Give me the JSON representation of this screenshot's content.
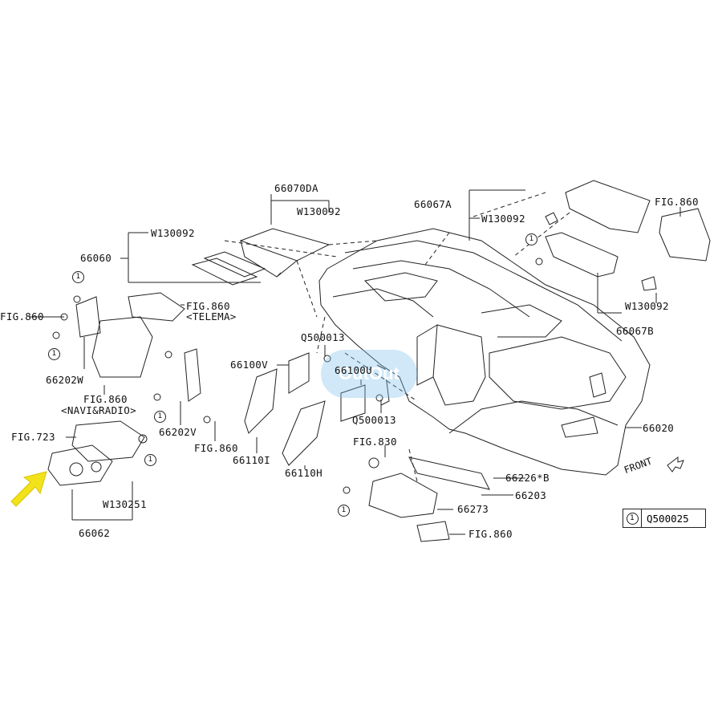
{
  "diagram": {
    "watermark_text": "OutOut",
    "accent_color": "#f2e21a",
    "line_color": "#222222",
    "labels": {
      "p66070DA": "66070DA",
      "w130092_top": "W130092",
      "p66067A": "66067A",
      "w130092_right": "W130092",
      "fig860_topright": "FIG.860",
      "w130092_left": "W130092",
      "p66060": "66060",
      "fig860_telema": "FIG.860",
      "telema": "<TELEMA>",
      "fig860_left": "FIG.860",
      "q500013_top": "Q500013",
      "p66100V": "66100V",
      "p66100U": "66100U",
      "q500013_mid": "Q500013",
      "p66202W": "66202W",
      "fig860_navi": "FIG.860",
      "navi_radio": "<NAVI&RADIO>",
      "p66202V": "66202V",
      "fig860_lower": "FIG.860",
      "p66110I": "66110I",
      "p66110H": "66110H",
      "fig830": "FIG.830",
      "p66226B": "66226*B",
      "p66203": "66203",
      "p66273": "66273",
      "fig860_bottom": "FIG.860",
      "fig723": "FIG.723",
      "w130251": "W130251",
      "p66062": "66062",
      "w130092_right2": "W130092",
      "p66067B": "66067B",
      "p66020": "66020",
      "front": "FRONT"
    },
    "callout_symbol": "1",
    "legend": {
      "symbol": "1",
      "text": "Q500025"
    }
  }
}
